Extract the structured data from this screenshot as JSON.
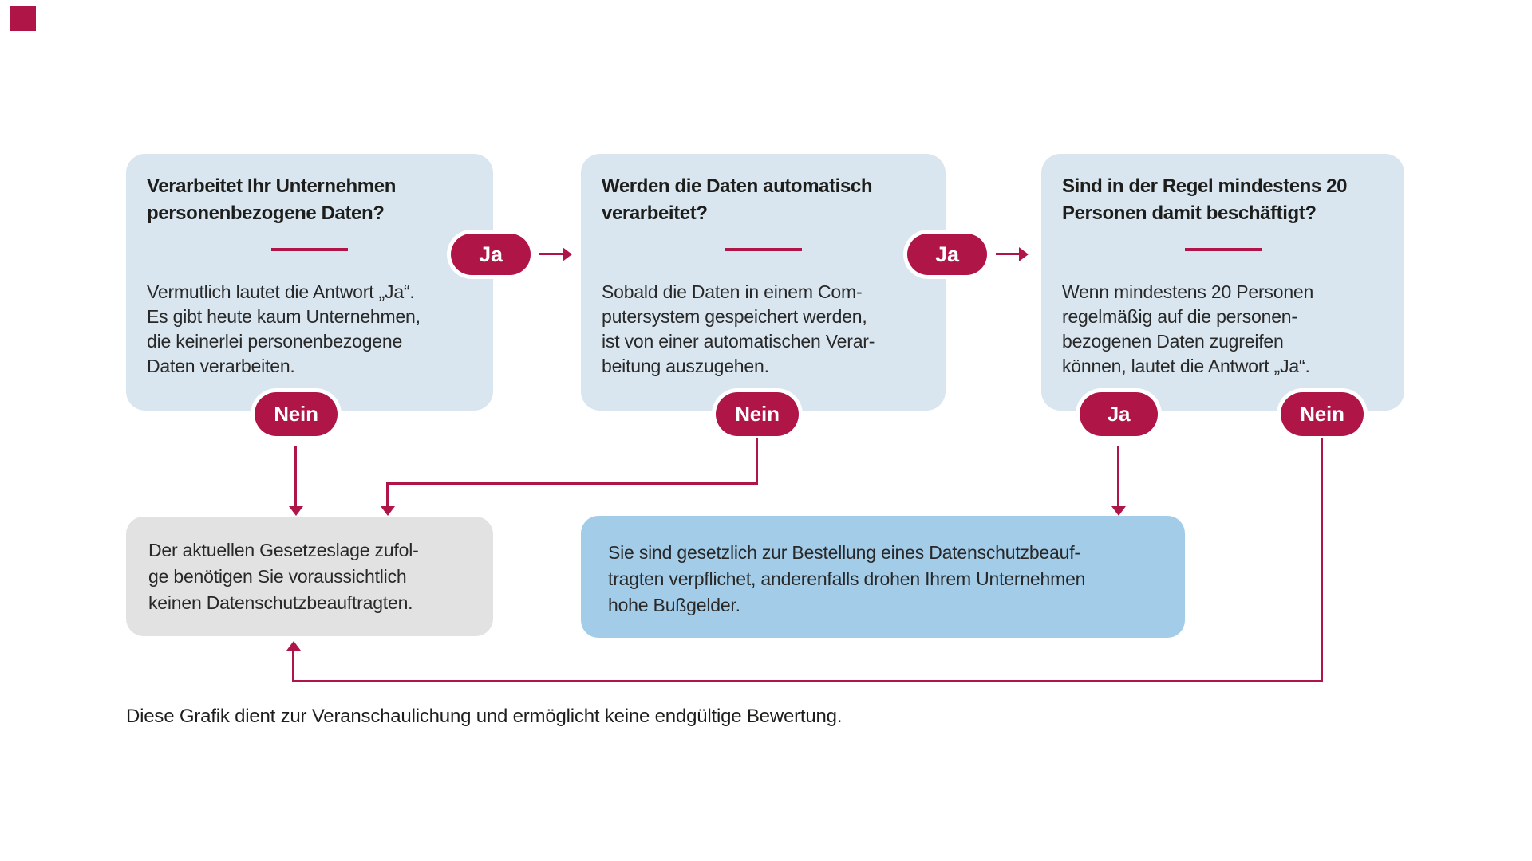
{
  "colors": {
    "accent": "#B01548",
    "question_box": "#D9E6EF",
    "result_positive_box": "#A3CCE9",
    "result_negative_box": "#E3E2E2",
    "title_text": "#1D1D1B",
    "body_text": "#282828",
    "background": "#FFFFFF"
  },
  "labels": {
    "yes": "Ja",
    "no": "Nein"
  },
  "questions": [
    {
      "title": "Verarbeitet Ihr Unternehmen\npersonenbezogene Daten?",
      "body": "Vermutlich lautet die Antwort „Ja“.\nEs gibt heute kaum Unternehmen,\ndie keinerlei personenbezogene\nDaten verarbeiten."
    },
    {
      "title": "Werden die Daten automatisch\nverarbeitet?",
      "body": "Sobald die Daten in einem Com-\nputersystem gespeichert werden,\nist von einer automatischen Verar-\nbeitung auszugehen."
    },
    {
      "title": "Sind in der Regel mindestens 20\nPersonen damit beschäftigt?",
      "body": "Wenn mindestens 20 Personen\nregelmäßig auf die personen-\nbezogenen Daten zugreifen\nkönnen, lautet die Antwort „Ja“."
    }
  ],
  "results": {
    "negative": "Der aktuellen Gesetzeslage zufol-\nge benötigen Sie voraussichtlich\nkeinen Datenschutzbeauftragten.",
    "positive": "Sie sind gesetzlich zur Bestellung eines Datenschutzbeauf-\ntragten verpflichet, anderenfalls drohen Ihrem Unternehmen\nhohe Bußgelder."
  },
  "footnote": "Diese Grafik dient zur Veranschaulichung und ermöglicht keine endgültige Bewertung."
}
